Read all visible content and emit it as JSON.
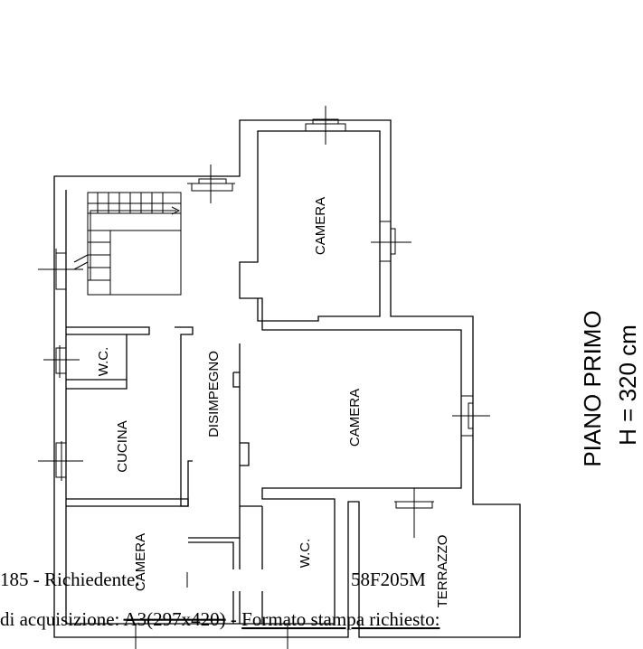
{
  "rooms": {
    "camera_top": "CAMERA",
    "camera_middle": "CAMERA",
    "camera_bottom": "CAMERA",
    "disimpegno": "DISIMPEGNO",
    "wc_top": "W.C.",
    "wc_bottom": "W.C.",
    "cucina": "CUCINA",
    "terrazzo": "TERRAZZO"
  },
  "title": {
    "line1": "PIANO PRIMO",
    "line2": "H = 320 cm"
  },
  "footer": {
    "line1": "185 - Richiedente: ",
    "line1_code": "58F205M",
    "line2_prefix": "di acquisizione: ",
    "line2_format": "A3(297x420)",
    "line2_sep": " - ",
    "line2_label": "Formato stampa richiesto:"
  }
}
